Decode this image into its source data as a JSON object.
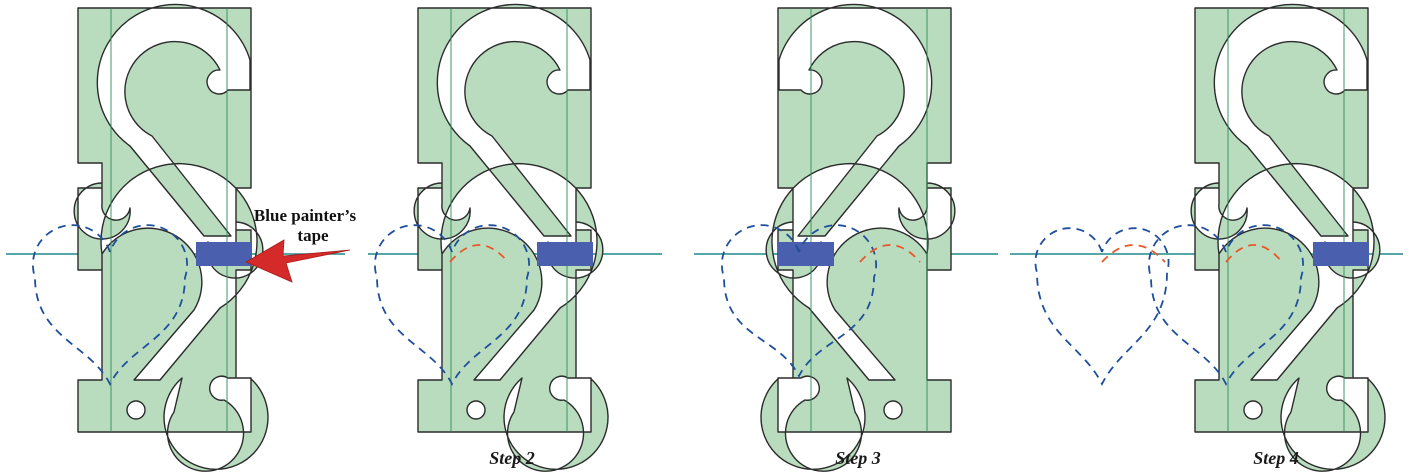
{
  "annotation": {
    "line1": "Blue painter’s",
    "line2": "tape"
  },
  "captions": {
    "step2": "Step 2",
    "step3": "Step 3",
    "step4": "Step 4"
  },
  "colors": {
    "template_fill": "#b9dcbf",
    "template_stroke": "#2b2b2b",
    "guide_line": "#1f8a8a",
    "tape": "#4a5fae",
    "arrow": "#d42a2a",
    "heart_dash": "#1f4f9c",
    "arc_dash": "#e8572a"
  }
}
